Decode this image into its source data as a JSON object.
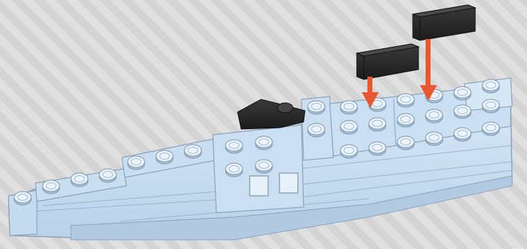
{
  "scene": {
    "kind": "brick assembly instruction step",
    "background_color": "#d4d4d4",
    "stripe_color": "#e2e2e2",
    "model_color": "#c7ddf0",
    "model_shadow_color": "#a9c3db",
    "model_outline_color": "#7d95ad",
    "new_part_color": "#2b2b2b",
    "arrow_color": "#e8572f"
  },
  "steps": {
    "new_parts": [
      {
        "name": "black-tile-1x4",
        "count": 1
      },
      {
        "name": "black-tile-1x4",
        "count": 1
      }
    ],
    "arrows": [
      {
        "direction": "down",
        "target": "left-upper-stud-row"
      },
      {
        "direction": "down",
        "target": "right-upper-stud-row"
      }
    ]
  }
}
